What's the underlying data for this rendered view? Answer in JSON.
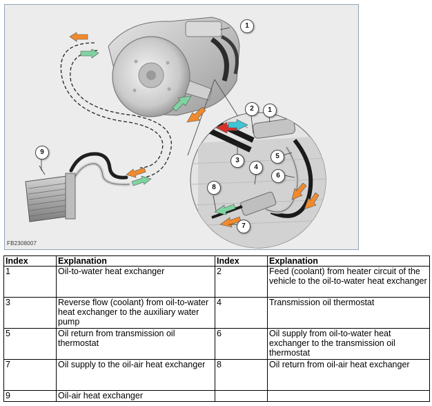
{
  "figure": {
    "id_label": "FB2308007",
    "callouts": [
      "1",
      "2",
      "1",
      "3",
      "4",
      "5",
      "6",
      "8",
      "7",
      "9"
    ]
  },
  "table": {
    "headers": [
      "Index",
      "Explanation",
      "Index",
      "Explanation"
    ],
    "rows": [
      [
        {
          "index": "1",
          "text": "Oil-to-water heat exchanger"
        },
        {
          "index": "2",
          "text": "Feed (coolant) from heater circuit of the vehicle to the oil-to-water heat exchanger"
        }
      ],
      [
        {
          "index": "3",
          "text": "Reverse flow (coolant) from oil-to-water heat exchanger to the auxiliary water pump"
        },
        {
          "index": "4",
          "text": "Transmission oil thermostat"
        }
      ],
      [
        {
          "index": "5",
          "text": "Oil return from transmission oil thermostat"
        },
        {
          "index": "6",
          "text": "Oil supply from oil-to-water heat exchanger to the transmission oil thermostat"
        }
      ],
      [
        {
          "index": "7",
          "text": "Oil supply to the oil-air heat exchanger"
        },
        {
          "index": "8",
          "text": "Oil return from oil-air heat exchanger"
        }
      ],
      [
        {
          "index": "9",
          "text": "Oil-air heat exchanger"
        },
        {
          "index": "",
          "text": ""
        }
      ]
    ]
  },
  "colors": {
    "figure_background": "#ececec",
    "figure_border": "#8fa3b8",
    "arrow_orange": "#f08a2c",
    "arrow_green": "#7fd3a0",
    "arrow_cyan": "#3ec6d6",
    "arrow_red": "#d8302a"
  }
}
